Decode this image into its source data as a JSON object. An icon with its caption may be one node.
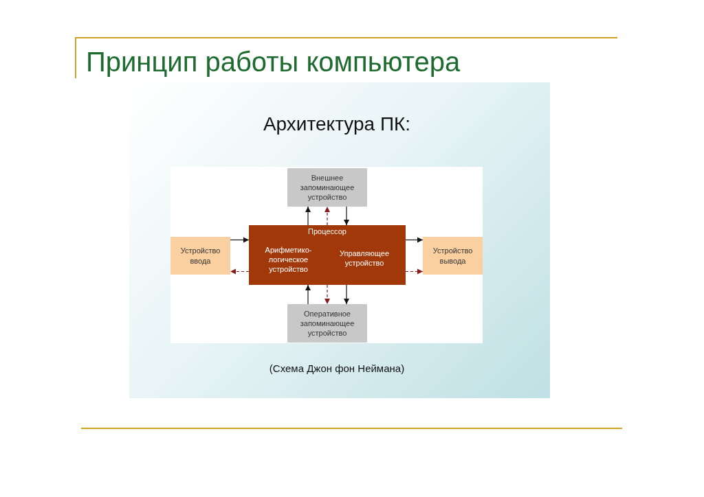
{
  "diagram": {
    "title": "Принцип работы компьютера",
    "caption": "(Схема Джон фон Неймана)",
    "nodes": [
      {
        "text": [
          "Процессор"
        ]
      },
      {
        "text": [
          "Арифметико-логическое устройство"
        ],
        "in": 0
      },
      {
        "text": [
          "Управляющее устройство"
        ],
        "in": 0
      },
      {
        "text": [
          "Внешнее запоминающее устройство"
        ]
      },
      {
        "text": [
          "Устройство ввода"
        ]
      },
      {
        "text": [
          "Устройство вывода"
        ]
      },
      {
        "text": [
          "Оперативное запоминающее устройство"
        ]
      }
    ],
    "edges": [
      {
        "from": 0,
        "to": 3,
        "arrow": "to"
      },
      {
        "from": 0,
        "to": 3,
        "arrow": "to",
        "style": "dashed",
        "color": "#8b1a1a"
      },
      {
        "from": 3,
        "to": 0,
        "arrow": "to"
      },
      {
        "from": 4,
        "to": 0,
        "arrow": "to"
      },
      {
        "from": 0,
        "to": 4,
        "arrow": "to",
        "style": "dashed",
        "color": "#8b1a1a"
      },
      {
        "from": 0,
        "to": 5,
        "arrow": "to"
      },
      {
        "from": 0,
        "to": 5,
        "arrow": "to",
        "style": "dashed",
        "color": "#8b1a1a"
      },
      {
        "from": 6,
        "to": 0,
        "arrow": "to"
      },
      {
        "from": 0,
        "to": 6,
        "arrow": "to",
        "style": "dashed",
        "color": "#8b1a1a"
      },
      {
        "from": 0,
        "to": 6,
        "arrow": "to"
      }
    ],
    "labels": [
      "Архитектура ПК:"
    ]
  }
}
